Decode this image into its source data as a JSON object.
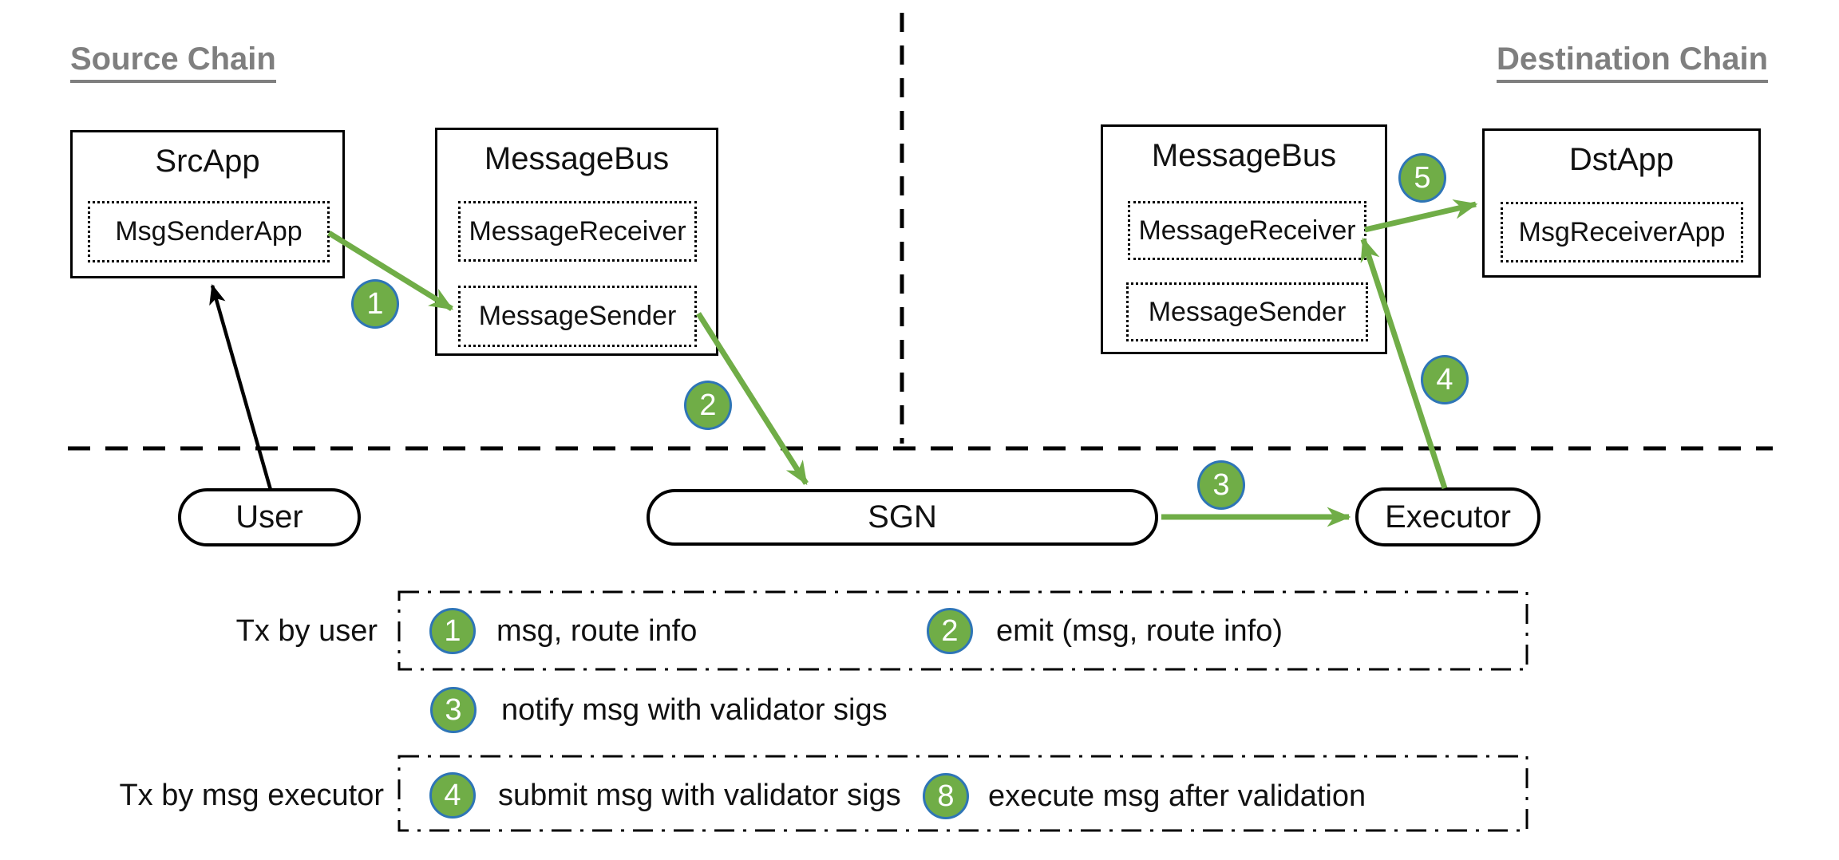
{
  "headings": {
    "source": "Source Chain",
    "destination": "Destination Chain"
  },
  "nodes": {
    "src_app": {
      "title": "SrcApp",
      "child": "MsgSenderApp"
    },
    "message_bus_left": {
      "title": "MessageBus",
      "receiver": "MessageReceiver",
      "sender": "MessageSender"
    },
    "message_bus_right": {
      "title": "MessageBus",
      "receiver": "MessageReceiver",
      "sender": "MessageSender"
    },
    "dst_app": {
      "title": "DstApp",
      "child": "MsgReceiverApp"
    }
  },
  "actors": {
    "user": "User",
    "sgn": "SGN",
    "executor": "Executor"
  },
  "steps": [
    "1",
    "2",
    "3",
    "4",
    "5"
  ],
  "legend": {
    "groups": [
      {
        "label": "Tx by user",
        "items": [
          {
            "num": "1",
            "text": "msg, route info"
          },
          {
            "num": "2",
            "text": "emit (msg, route info)"
          }
        ]
      },
      {
        "label": "",
        "items": [
          {
            "num": "3",
            "text": "notify msg with validator sigs"
          }
        ]
      },
      {
        "label": "Tx by msg executor",
        "items": [
          {
            "num": "4",
            "text": "submit msg with validator sigs"
          },
          {
            "num": "8",
            "text": "execute msg after validation"
          }
        ]
      }
    ]
  },
  "colors": {
    "green": "#70ad47",
    "blue": "#2e75b6",
    "gray": "#7f7f7f"
  }
}
